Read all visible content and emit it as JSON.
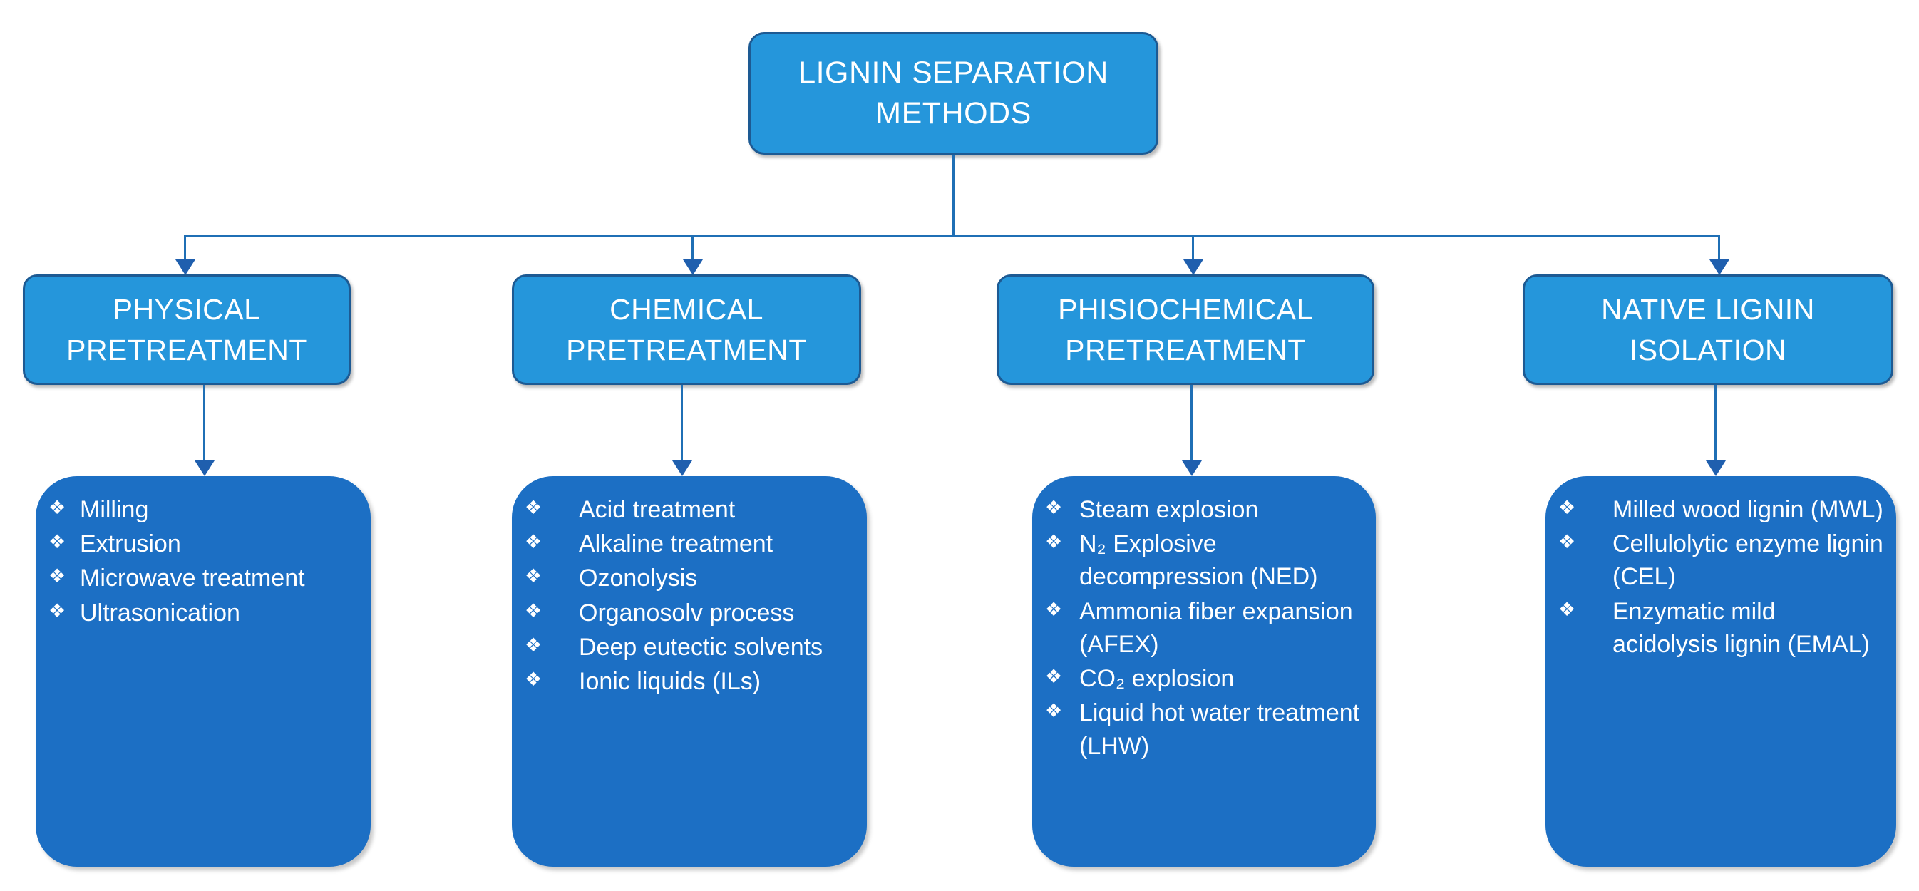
{
  "diagram": {
    "title": "LIGNIN SEPARATION METHODS",
    "root": {
      "label": "LIGNIN SEPARATION METHODS"
    },
    "bullet_glyph": "❖",
    "colors": {
      "header_fill": "#2596DB",
      "header_border": "#1D5A93",
      "content_fill": "#1C6FC4",
      "connector": "#1F6FB5",
      "arrow": "#1F5FAE",
      "text": "#FFFFFF",
      "background": "#FFFFFF"
    },
    "branches": [
      {
        "id": "physical",
        "header": "PHYSICAL PRETREATMENT",
        "items": [
          "Milling",
          "Extrusion",
          "Microwave treatment",
          "Ultrasonication"
        ]
      },
      {
        "id": "chemical",
        "header": "CHEMICAL PRETREATMENT",
        "items": [
          "Acid treatment",
          "Alkaline treatment",
          "Ozonolysis",
          "Organosolv process",
          "Deep eutectic solvents",
          "Ionic liquids (ILs)"
        ]
      },
      {
        "id": "phisiochemical",
        "header": "PHISIOCHEMICAL PRETREATMENT",
        "items": [
          "Steam explosion",
          "N₂ Explosive decompression (NED)",
          "Ammonia fiber expansion (AFEX)",
          "CO₂ explosion",
          "Liquid hot water treatment (LHW)"
        ]
      },
      {
        "id": "native",
        "header": "NATIVE LIGNIN ISOLATION",
        "items": [
          "Milled wood lignin (MWL)",
          "Cellulolytic enzyme lignin (CEL)",
          "Enzymatic mild acidolysis lignin (EMAL)"
        ]
      }
    ]
  }
}
